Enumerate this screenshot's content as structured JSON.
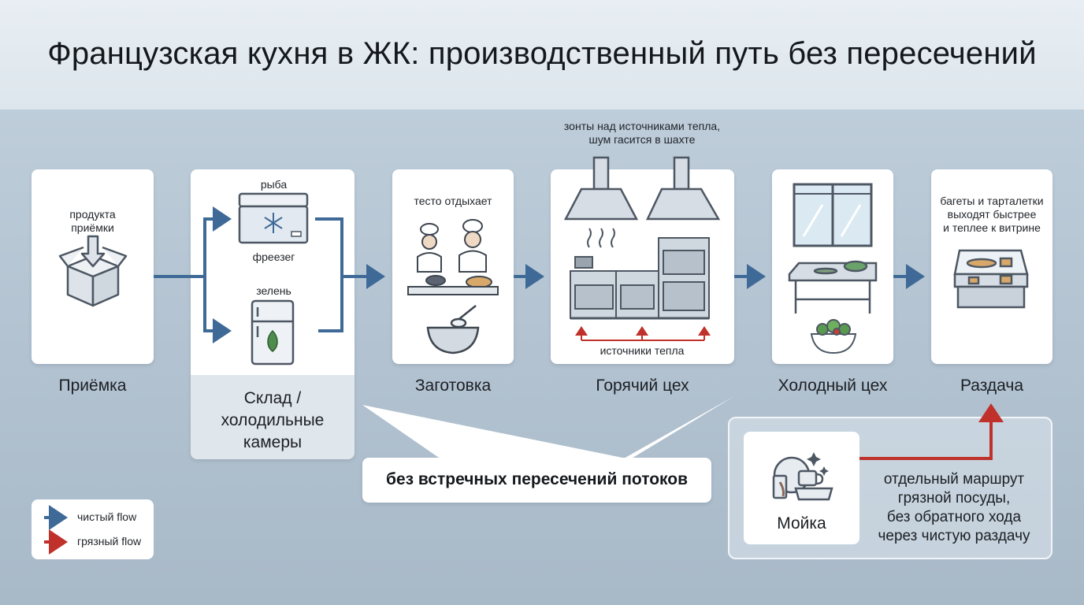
{
  "title": "Французская кухня в ЖК: производственный путь без пересечений",
  "stages": [
    {
      "label": "Приёмка",
      "note": "продукта приёмки"
    },
    {
      "label": "Склад /\nхолодильные\nкамеры",
      "labels": [
        "рыба",
        "фреезег",
        "зелень"
      ]
    },
    {
      "label": "Заготовка",
      "note": "тесто отдыхает"
    },
    {
      "label": "Горячий цех",
      "top_note": "зонты над источниками тепла,\nшум гасится в шахте",
      "bottom_note": "источники тепла"
    },
    {
      "label": "Холодный цех"
    },
    {
      "label": "Раздача",
      "note": "багеты и тартaлетки\nвыходят быстрее\nи теплее к витрине"
    }
  ],
  "callout": "без встречных пересечений потоков",
  "dishwash": {
    "label": "Мойка",
    "note": "отдельный маршрут\nгрязной посуды,\nбез обратного хода\nчерез чистую раздачу"
  },
  "legend": {
    "clean": "чистый flow",
    "dirty": "грязный flow"
  },
  "colors": {
    "clean_flow": "#3f6a97",
    "dirty_flow": "#c0312b",
    "background": "#b3c3d1",
    "header": "#e3eaf0"
  },
  "icons": {
    "priemka": "open-box-icon",
    "freezer": "chest-freezer-icon",
    "fridge": "fridge-icon",
    "cooks": "chefs-icon",
    "bowl": "mixing-bowl-icon",
    "hoods": "range-hood-icon",
    "stove": "stove-icon",
    "window": "window-icon",
    "prep-table": "prep-table-icon",
    "salad": "salad-bowl-icon",
    "display": "display-case-icon",
    "dishes": "dishes-icon"
  }
}
